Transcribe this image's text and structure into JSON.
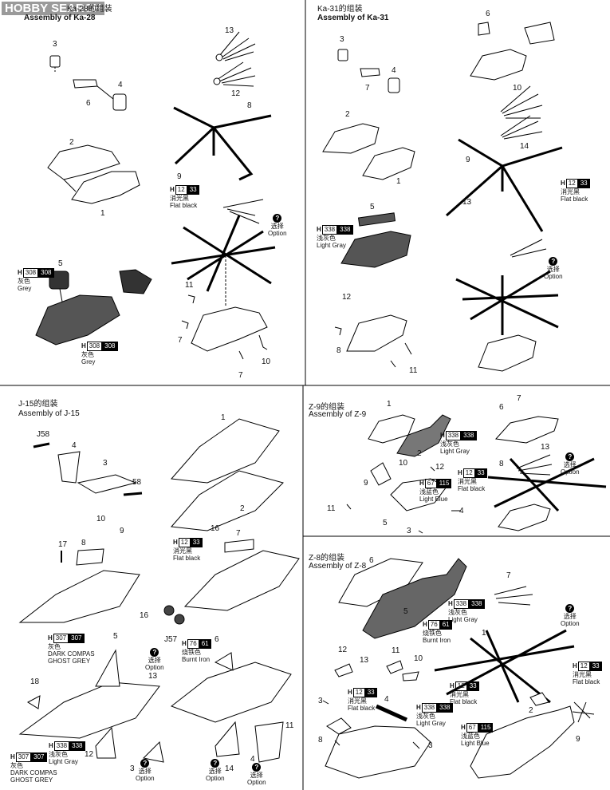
{
  "watermark": {
    "text": "HOBBY SEARCH"
  },
  "panels": {
    "ka28": {
      "title_cn": "Ka-28的组装",
      "title_en": "Assembly of Ka-28",
      "parts": [
        "3",
        "4",
        "6",
        "2",
        "1",
        "5",
        "13",
        "12",
        "8",
        "9",
        "11",
        "7",
        "10",
        "7"
      ],
      "paint_black": {
        "h": "H",
        "n1": "12",
        "n2": "33",
        "cn": "消光黑",
        "en": "Flat black"
      },
      "paint_grey1": {
        "h": "H",
        "n1": "308",
        "n2": "308",
        "cn": "灰色",
        "en": "Grey"
      },
      "paint_grey2": {
        "h": "H",
        "n1": "308",
        "n2": "308",
        "cn": "灰色",
        "en": "Grey"
      },
      "option": {
        "cn": "选择",
        "en": "Option"
      }
    },
    "ka31": {
      "title_cn": "Ka-31的组装",
      "title_en": "Assembly of Ka-31",
      "parts": [
        "3",
        "4",
        "7",
        "2",
        "1",
        "5",
        "6",
        "10",
        "14",
        "9",
        "13",
        "12",
        "8",
        "11"
      ],
      "paint_black": {
        "h": "H",
        "n1": "12",
        "n2": "33",
        "cn": "消光黑",
        "en": "Flat black"
      },
      "paint_gray": {
        "h": "H",
        "n1": "338",
        "n2": "338",
        "cn": "浅灰色",
        "en": "Light Gray"
      },
      "option": {
        "cn": "选择",
        "en": "Option"
      }
    },
    "j15": {
      "title_cn": "J-15的组装",
      "title_en": "Assembly of J-15",
      "parts": [
        "J58",
        "4",
        "3",
        "58",
        "1",
        "2",
        "10",
        "9",
        "8",
        "17",
        "16",
        "16",
        "7",
        "J57",
        "6",
        "5",
        "13",
        "18",
        "12",
        "3",
        "14",
        "4",
        "11"
      ],
      "paint_black": {
        "h": "H",
        "n1": "12",
        "n2": "33",
        "cn": "消光黑",
        "en": "Flat black"
      },
      "paint_grey1": {
        "h": "H",
        "n1": "307",
        "n2": "307",
        "cn": "灰色",
        "en1": "DARK COMPAS",
        "en2": "GHOST GREY"
      },
      "paint_iron": {
        "h": "H",
        "n1": "76",
        "n2": "61",
        "cn": "烧铁色",
        "en": "Burnt Iron"
      },
      "paint_lgray": {
        "h": "H",
        "n1": "338",
        "n2": "338",
        "cn": "浅灰色",
        "en": "Light Gray"
      },
      "paint_grey2": {
        "h": "H",
        "n1": "307",
        "n2": "307",
        "cn": "灰色",
        "en1": "DARK COMPAS",
        "en2": "GHOST GREY"
      },
      "option": {
        "cn": "选择",
        "en": "Option"
      }
    },
    "z9": {
      "title_cn": "Z-9的组装",
      "title_en": "Assembly of Z-9",
      "parts": [
        "1",
        "2",
        "6",
        "7",
        "13",
        "10",
        "12",
        "9",
        "8",
        "11",
        "5",
        "3",
        "4"
      ],
      "paint_lgray": {
        "h": "H",
        "n1": "338",
        "n2": "338",
        "cn": "浅灰色",
        "en": "Light Gray"
      },
      "paint_blue": {
        "h": "H",
        "n1": "67",
        "n2": "115",
        "cn": "浅蓝色",
        "en": "Light Blue"
      },
      "paint_black": {
        "h": "H",
        "n1": "12",
        "n2": "33",
        "cn": "消光黑",
        "en": "Flat black"
      },
      "option": {
        "cn": "选择",
        "en": "Option"
      }
    },
    "z8": {
      "title_cn": "Z-8的组装",
      "title_en": "Assembly of Z-8",
      "parts": [
        "6",
        "5",
        "7",
        "1",
        "12",
        "13",
        "11",
        "10",
        "3",
        "4",
        "8",
        "3",
        "2",
        "9"
      ],
      "paint_lgray": {
        "h": "H",
        "n1": "338",
        "n2": "338",
        "cn": "浅灰色",
        "en": "Light Gray"
      },
      "paint_iron": {
        "h": "H",
        "n1": "76",
        "n2": "61",
        "cn": "烧铁色",
        "en": "Burnt Iron"
      },
      "paint_black1": {
        "h": "H",
        "n1": "12",
        "n2": "33",
        "cn": "消光黑",
        "en": "Flat black"
      },
      "paint_black2": {
        "h": "H",
        "n1": "12",
        "n2": "33",
        "cn": "消光黑",
        "en": "Flat black"
      },
      "paint_black3": {
        "h": "H",
        "n1": "12",
        "n2": "33",
        "cn": "消光黑",
        "en": "Flat black"
      },
      "paint_lgray2": {
        "h": "H",
        "n1": "338",
        "n2": "338",
        "cn": "浅灰色",
        "en": "Light Gray"
      },
      "paint_blue": {
        "h": "H",
        "n1": "67",
        "n2": "115",
        "cn": "浅蓝色",
        "en": "Light Blue"
      },
      "option": {
        "cn": "选择",
        "en": "Option"
      }
    }
  }
}
